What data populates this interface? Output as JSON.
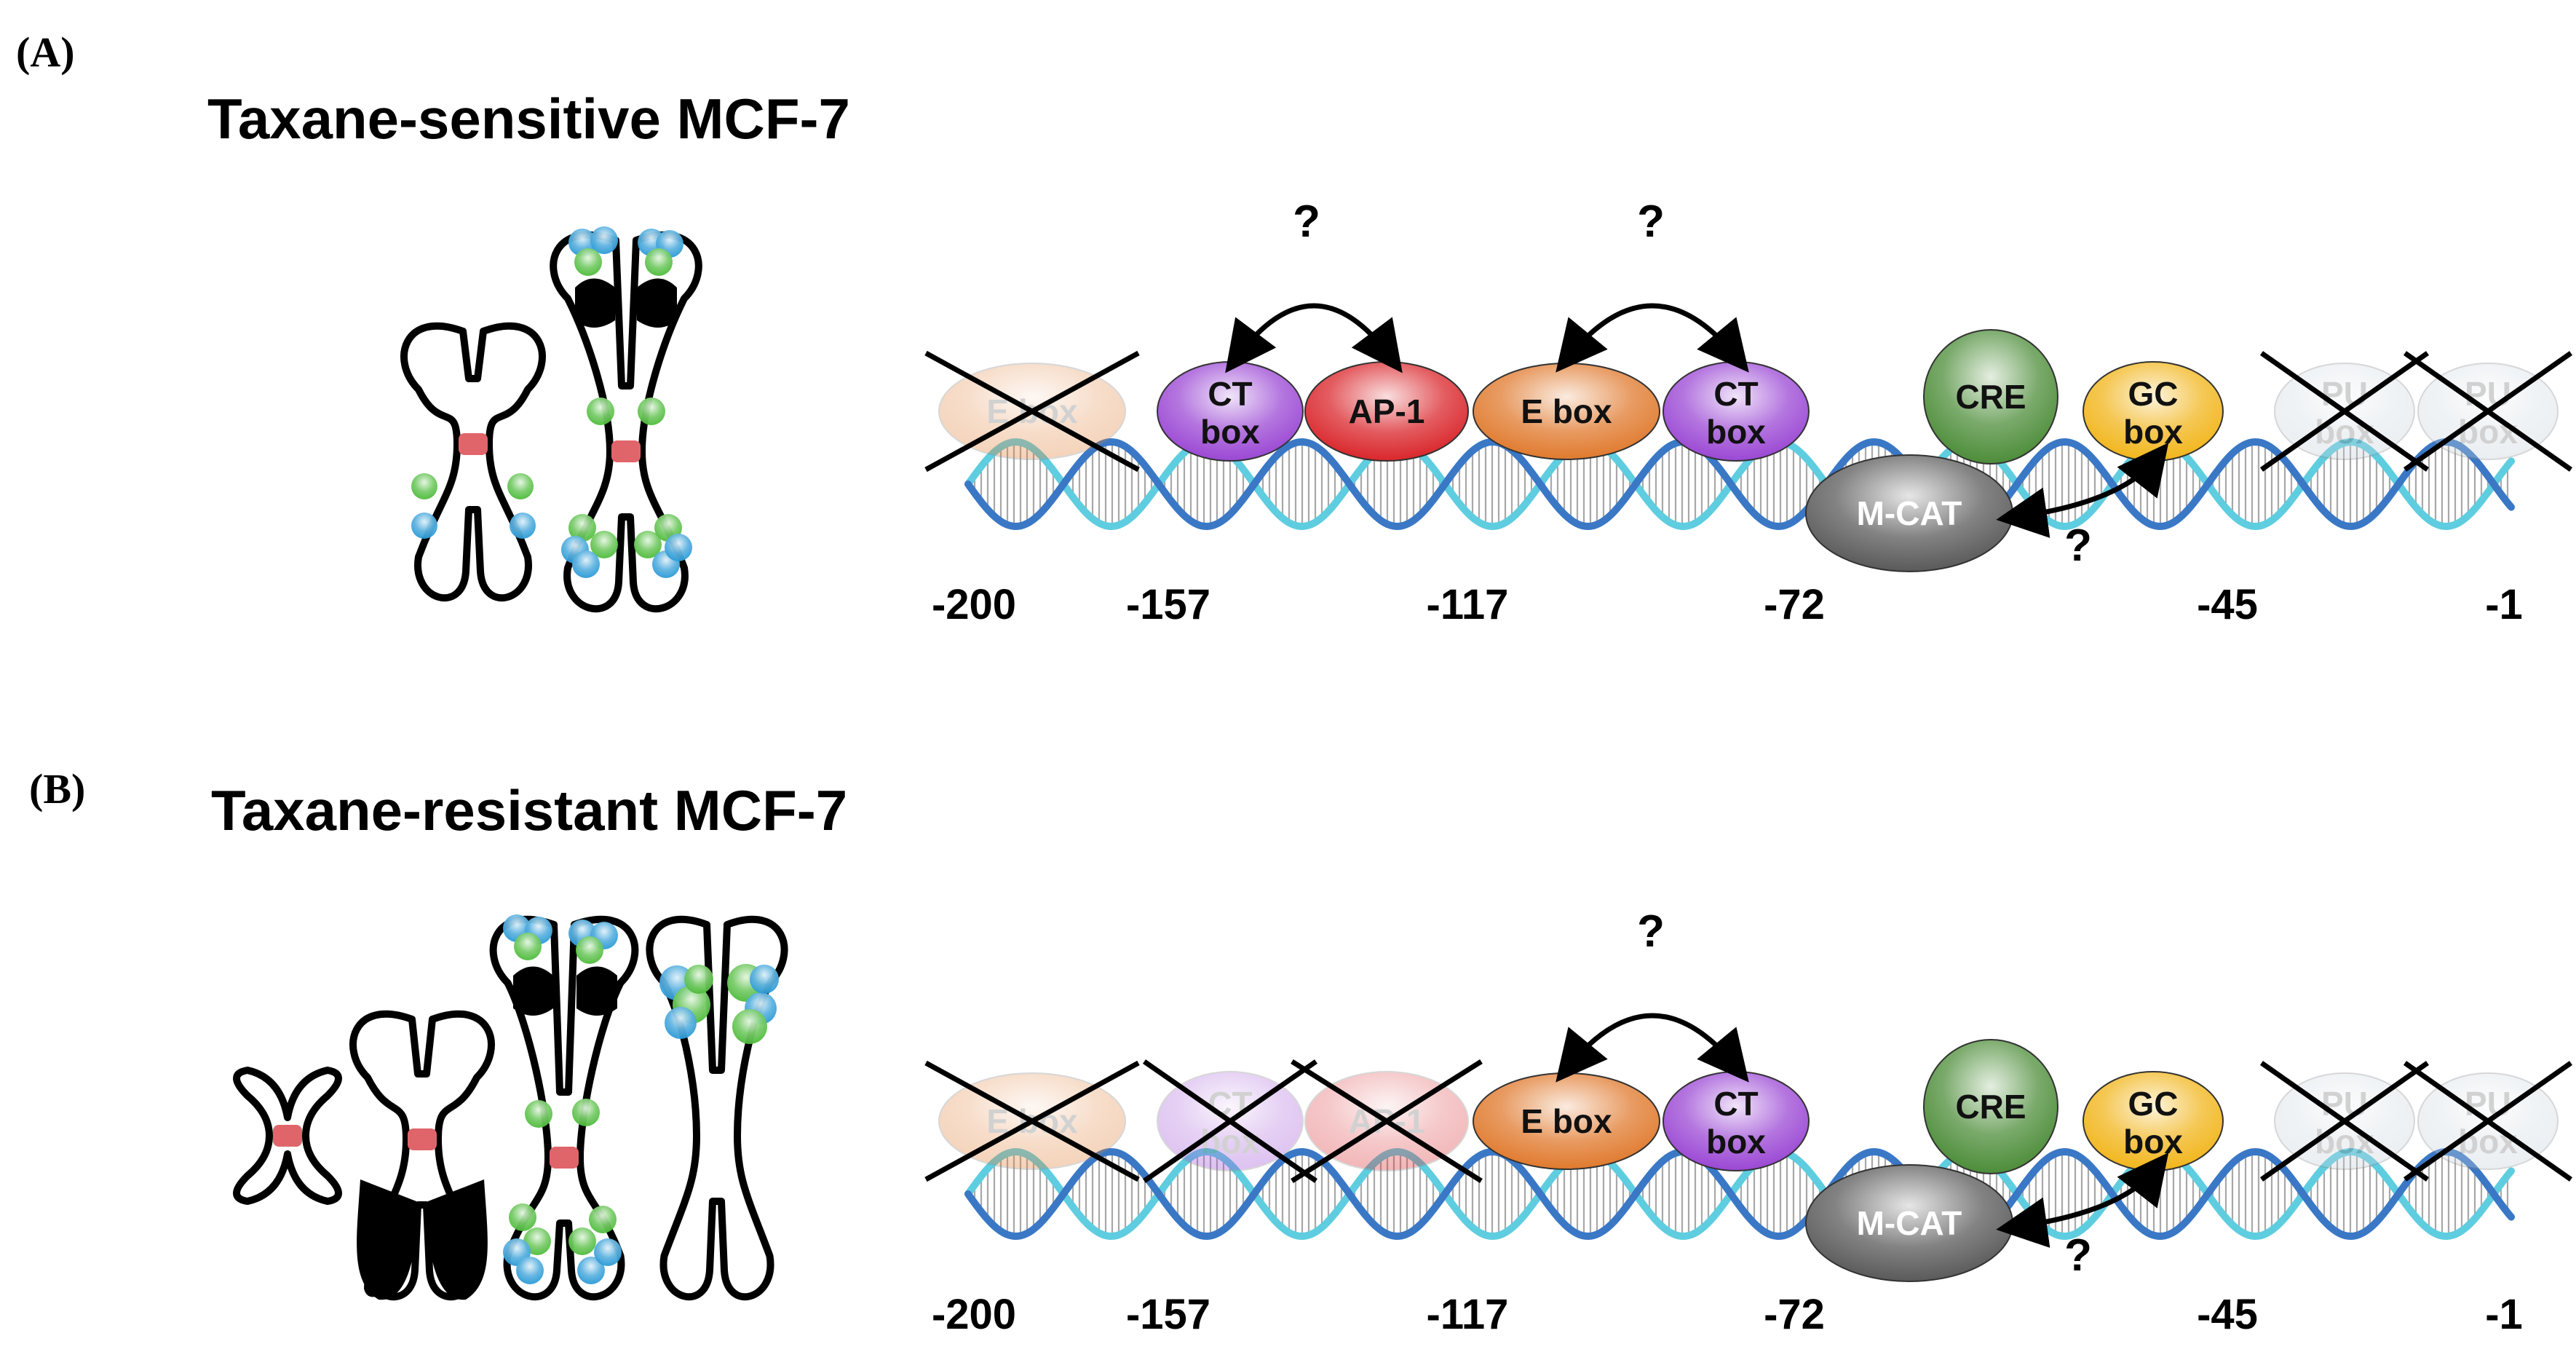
{
  "figure": {
    "colors": {
      "helix_dark": "#3a78c6",
      "helix_light": "#5fcde0",
      "rung": "#a8a8a8",
      "ebox_orange": "#e07a2e",
      "ctbox_purple": "#9b48d4",
      "ap1_red": "#d9262b",
      "cre_green": "#4d8d3a",
      "gcbox_yellow": "#f2b61c",
      "mcat_gray": "#5a5a5a",
      "pubox_gray": "#c3cfd9",
      "centromere": "#e0656a",
      "locus_green": "#4dbb3a",
      "locus_blue": "#2a9ad6"
    },
    "positions": [
      "-200",
      "-157",
      "-117",
      "-72",
      "-45",
      "-1"
    ],
    "question_mark": "?",
    "panels": [
      {
        "letter": "(A)",
        "title": "Taxane-sensitive MCF-7",
        "elements": [
          {
            "id": "ebox-left",
            "line1": "E box",
            "line2": "",
            "state": "deleted"
          },
          {
            "id": "ctbox-1",
            "line1": "CT",
            "line2": "box",
            "state": "present"
          },
          {
            "id": "ap1",
            "line1": "AP-1",
            "line2": "",
            "state": "present"
          },
          {
            "id": "ebox-mid",
            "line1": "E box",
            "line2": "",
            "state": "present"
          },
          {
            "id": "ctbox-2",
            "line1": "CT",
            "line2": "box",
            "state": "present"
          },
          {
            "id": "cre",
            "line1": "CRE",
            "line2": "",
            "state": "present"
          },
          {
            "id": "gcbox",
            "line1": "GC",
            "line2": "box",
            "state": "present"
          },
          {
            "id": "pubox-1",
            "line1": "PU",
            "line2": "box",
            "state": "deleted"
          },
          {
            "id": "pubox-2",
            "line1": "PU",
            "line2": "box",
            "state": "deleted"
          },
          {
            "id": "mcat",
            "line1": "M-CAT",
            "line2": "",
            "state": "present"
          }
        ]
      },
      {
        "letter": "(B)",
        "title": "Taxane-resistant MCF-7",
        "elements": [
          {
            "id": "ebox-left",
            "line1": "E box",
            "line2": "",
            "state": "deleted"
          },
          {
            "id": "ctbox-1",
            "line1": "CT",
            "line2": "box",
            "state": "deleted"
          },
          {
            "id": "ap1",
            "line1": "AP-1",
            "line2": "",
            "state": "deleted"
          },
          {
            "id": "ebox-mid",
            "line1": "E box",
            "line2": "",
            "state": "present"
          },
          {
            "id": "ctbox-2",
            "line1": "CT",
            "line2": "box",
            "state": "present"
          },
          {
            "id": "cre",
            "line1": "CRE",
            "line2": "",
            "state": "present"
          },
          {
            "id": "gcbox",
            "line1": "GC",
            "line2": "box",
            "state": "present"
          },
          {
            "id": "pubox-1",
            "line1": "PU",
            "line2": "box",
            "state": "deleted"
          },
          {
            "id": "pubox-2",
            "line1": "PU",
            "line2": "box",
            "state": "deleted"
          },
          {
            "id": "mcat",
            "line1": "M-CAT",
            "line2": "",
            "state": "present"
          }
        ]
      }
    ]
  }
}
